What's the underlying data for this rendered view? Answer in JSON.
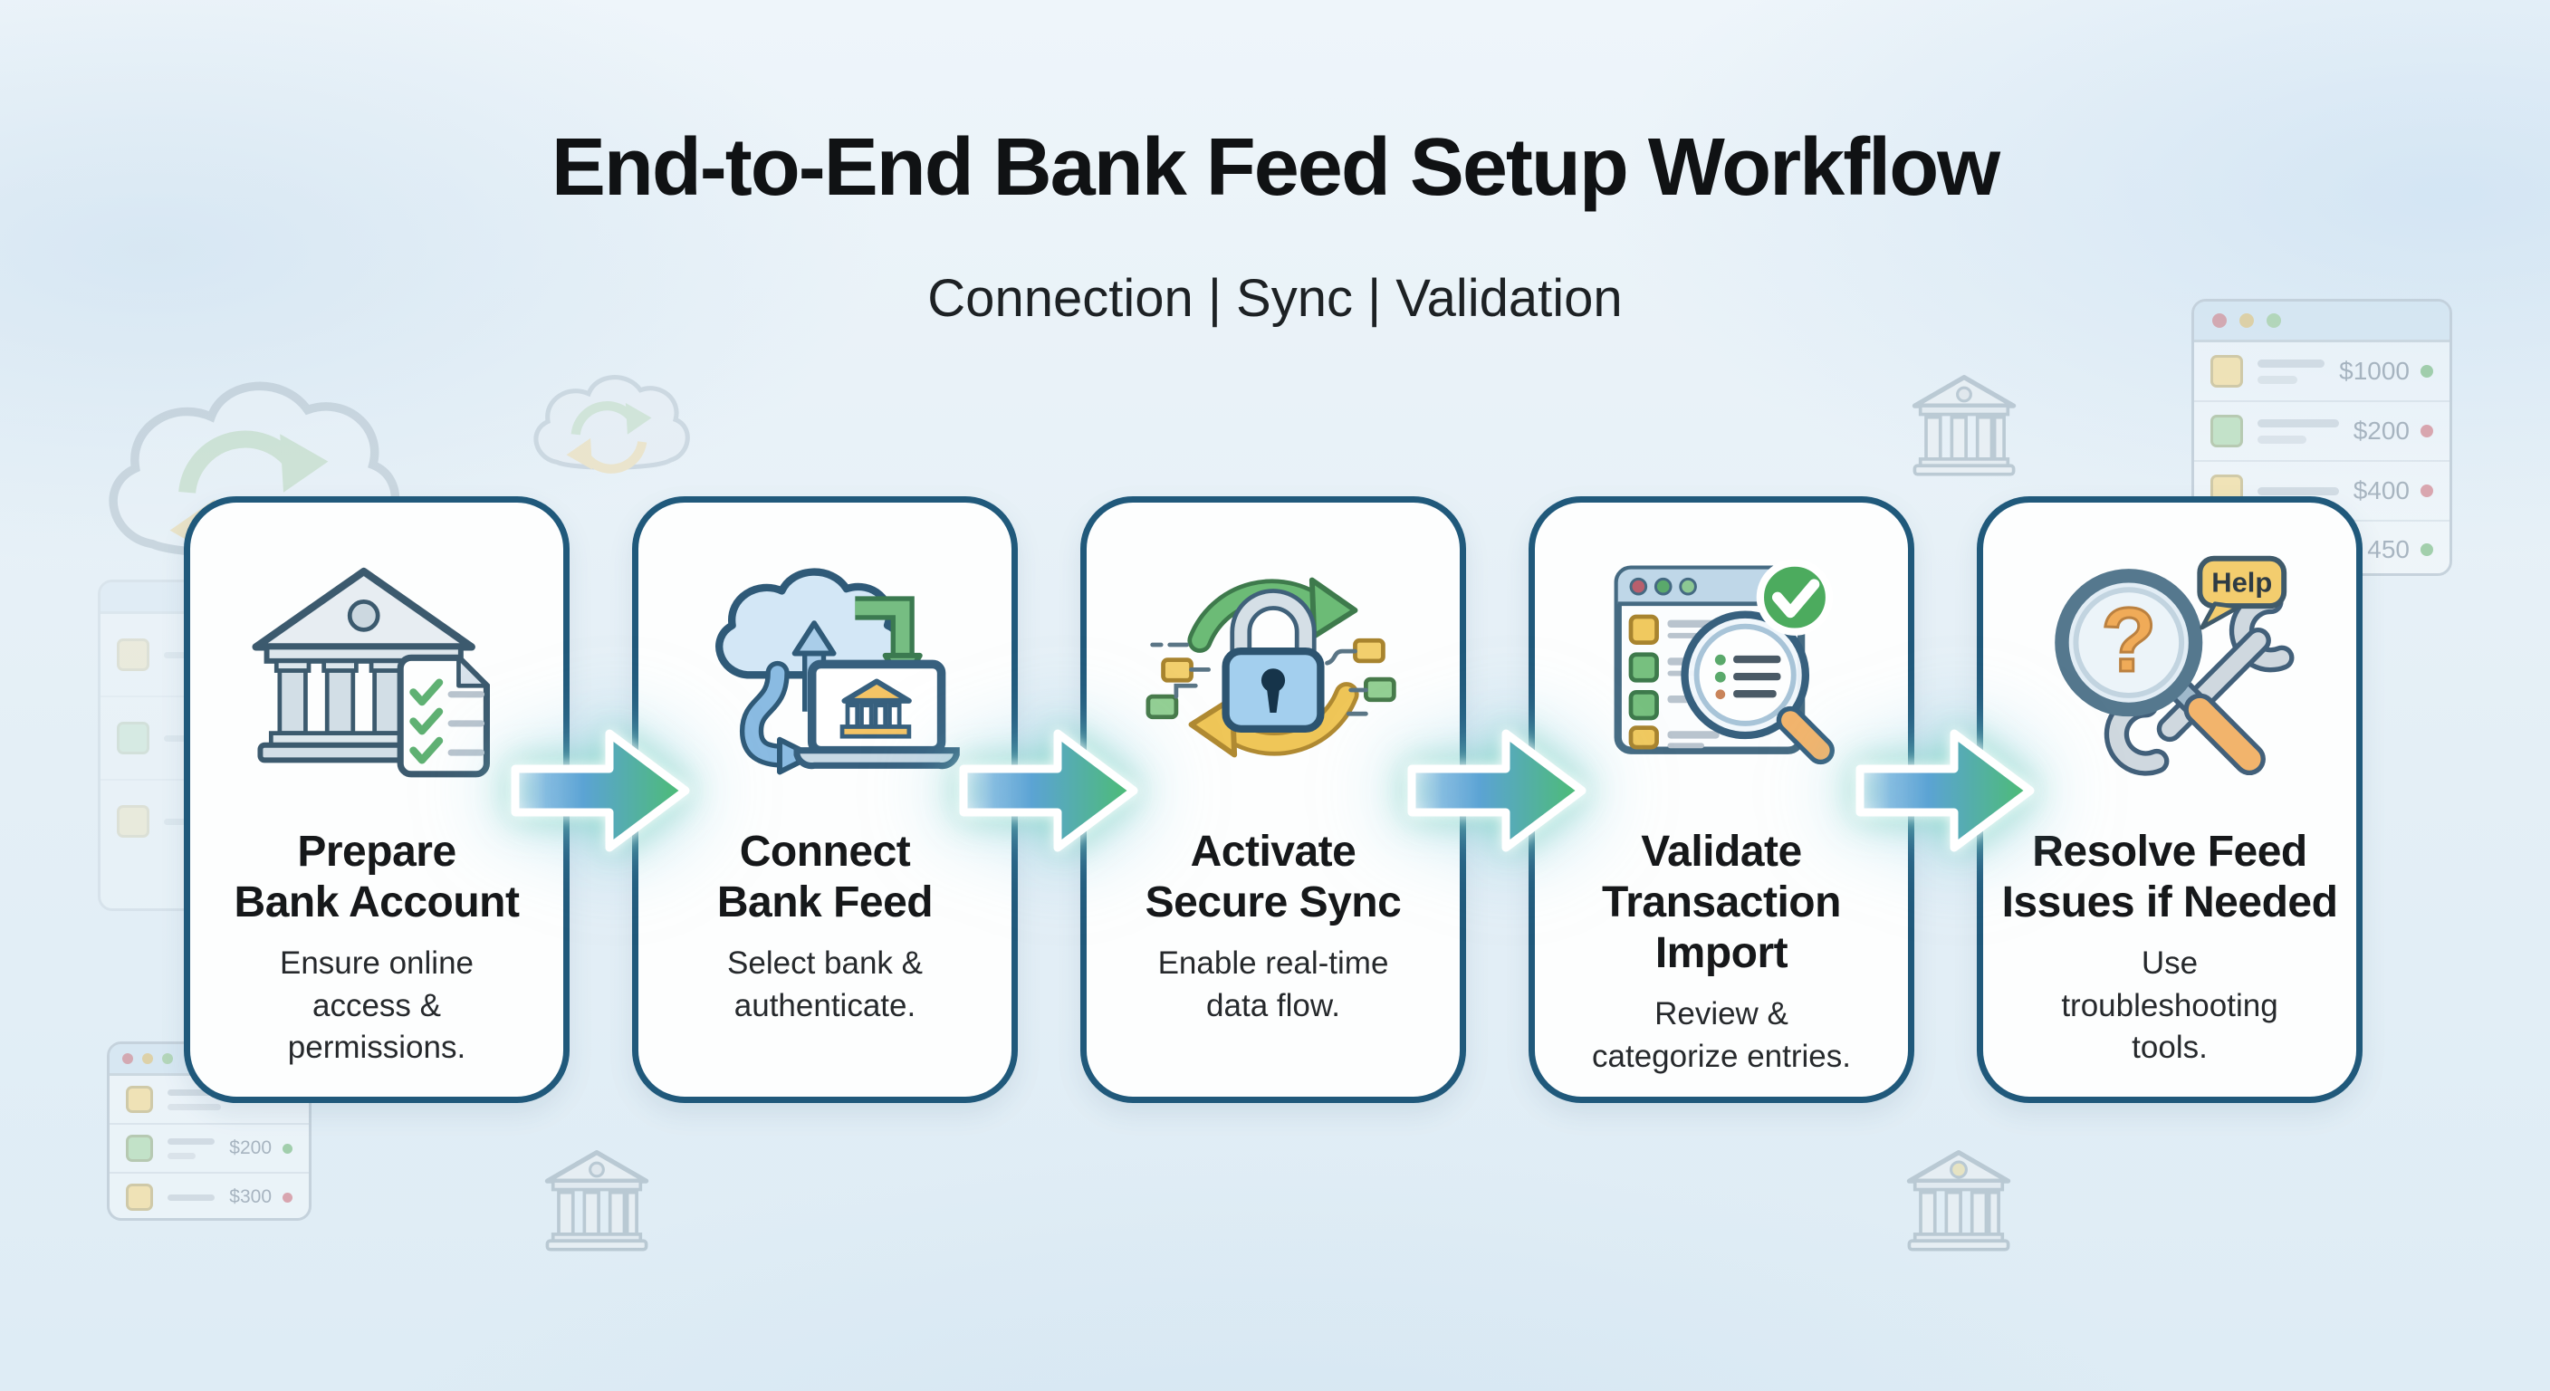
{
  "header": {
    "title": "End-to-End Bank Feed Setup Workflow",
    "subtitle": "Connection | Sync | Validation"
  },
  "steps": [
    {
      "title": "Prepare\nBank Account",
      "description": "Ensure online\naccess &\npermissions.",
      "icon": "bank-checklist-icon"
    },
    {
      "title": "Connect\nBank Feed",
      "description": "Select bank &\nauthenticate.",
      "icon": "cloud-laptop-sync-icon"
    },
    {
      "title": "Activate\nSecure Sync",
      "description": "Enable real-time\ndata flow.",
      "icon": "secure-sync-lock-icon"
    },
    {
      "title": "Validate\nTransaction\nImport",
      "description": "Review &\ncategorize entries.",
      "icon": "transaction-review-icon"
    },
    {
      "title": "Resolve Feed\nIssues if Needed",
      "description": "Use\ntroubleshooting\ntools.",
      "icon": "troubleshooting-tools-icon"
    }
  ],
  "icon_text": {
    "help_bubble": "Help",
    "question_mark": "?"
  },
  "decor": {
    "transactions_top_right": {
      "rows": [
        {
          "amount": "$1000",
          "status": "green"
        },
        {
          "amount": "$200",
          "status": "red"
        },
        {
          "amount": "$400",
          "status": "red"
        },
        {
          "amount": "450",
          "status": "green"
        }
      ]
    },
    "transactions_bottom_left": {
      "rows": [
        {
          "amount": "",
          "status": ""
        },
        {
          "amount": "$200",
          "status": "green"
        },
        {
          "amount": "$300",
          "status": "red"
        }
      ]
    }
  },
  "colors": {
    "card_border": "#20597b",
    "arrow_blue": "#5ba3d4",
    "arrow_green": "#4cbd72",
    "status_green": "#8cc494",
    "status_red": "#d68e98",
    "help_yellow": "#f3cd6e"
  }
}
